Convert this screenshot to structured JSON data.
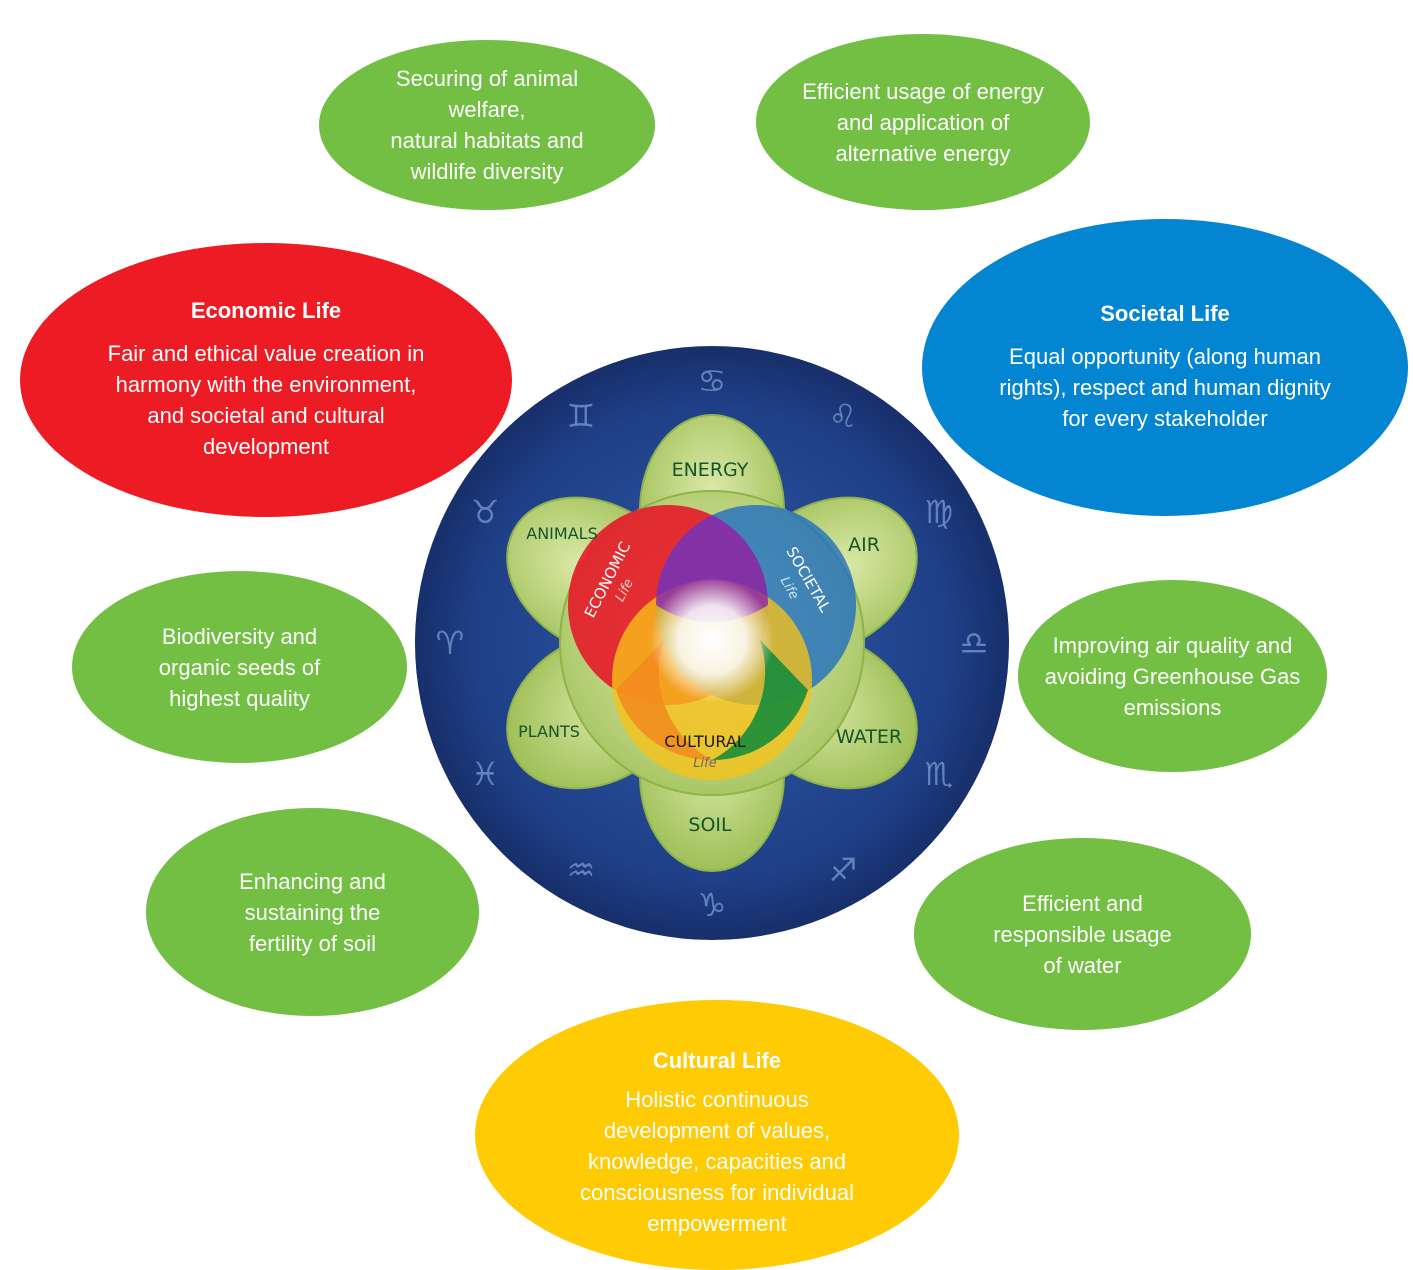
{
  "outer_bubbles": {
    "animal_welfare": [
      "Securing of animal",
      "welfare,",
      "natural habitats and",
      "wildlife diversity"
    ],
    "energy": [
      "Efficient usage of energy",
      "and application of",
      "alternative energy"
    ],
    "biodiversity": [
      "Biodiversity and",
      "organic seeds of",
      "highest quality"
    ],
    "air": [
      "Improving air quality and",
      "avoiding Greenhouse Gas",
      "emissions"
    ],
    "soil": [
      "Enhancing and",
      "sustaining the",
      "fertility of soil"
    ],
    "water": [
      "Efficient and",
      "responsible usage",
      "of water"
    ]
  },
  "spheres": {
    "economic": {
      "title": "Economic Life",
      "lines": [
        "Fair and ethical value creation in",
        "harmony with the environment,",
        "and societal and cultural",
        "development"
      ]
    },
    "societal": {
      "title": "Societal Life",
      "lines": [
        "Equal opportunity (along human",
        "rights), respect and human dignity",
        "for every stakeholder"
      ]
    },
    "cultural": {
      "title": "Cultural Life",
      "lines": [
        "Holistic continuous",
        "development of values,",
        "knowledge, capacities and",
        "consciousness for individual",
        "empowerment"
      ]
    }
  },
  "center_diagram": {
    "petals": {
      "energy": "ENERGY",
      "air": "AIR",
      "water": "WATER",
      "soil": "SOIL",
      "plants": "PLANTS",
      "animals": "ANIMALS"
    },
    "circles": {
      "economic": "ECONOMIC",
      "societal": "SOCIETAL",
      "cultural": "CULTURAL",
      "life_word": "Life"
    },
    "zodiac_symbols": [
      "♋",
      "♌",
      "♍",
      "♎",
      "♏",
      "♐",
      "♑",
      "♒",
      "♓",
      "♈",
      "♉",
      "♊"
    ]
  },
  "colors": {
    "green": "#72bf44",
    "red": "#ed1c24",
    "blue": "#0485d1",
    "yellow": "#ffcb05",
    "navy": "#1f3f87"
  }
}
